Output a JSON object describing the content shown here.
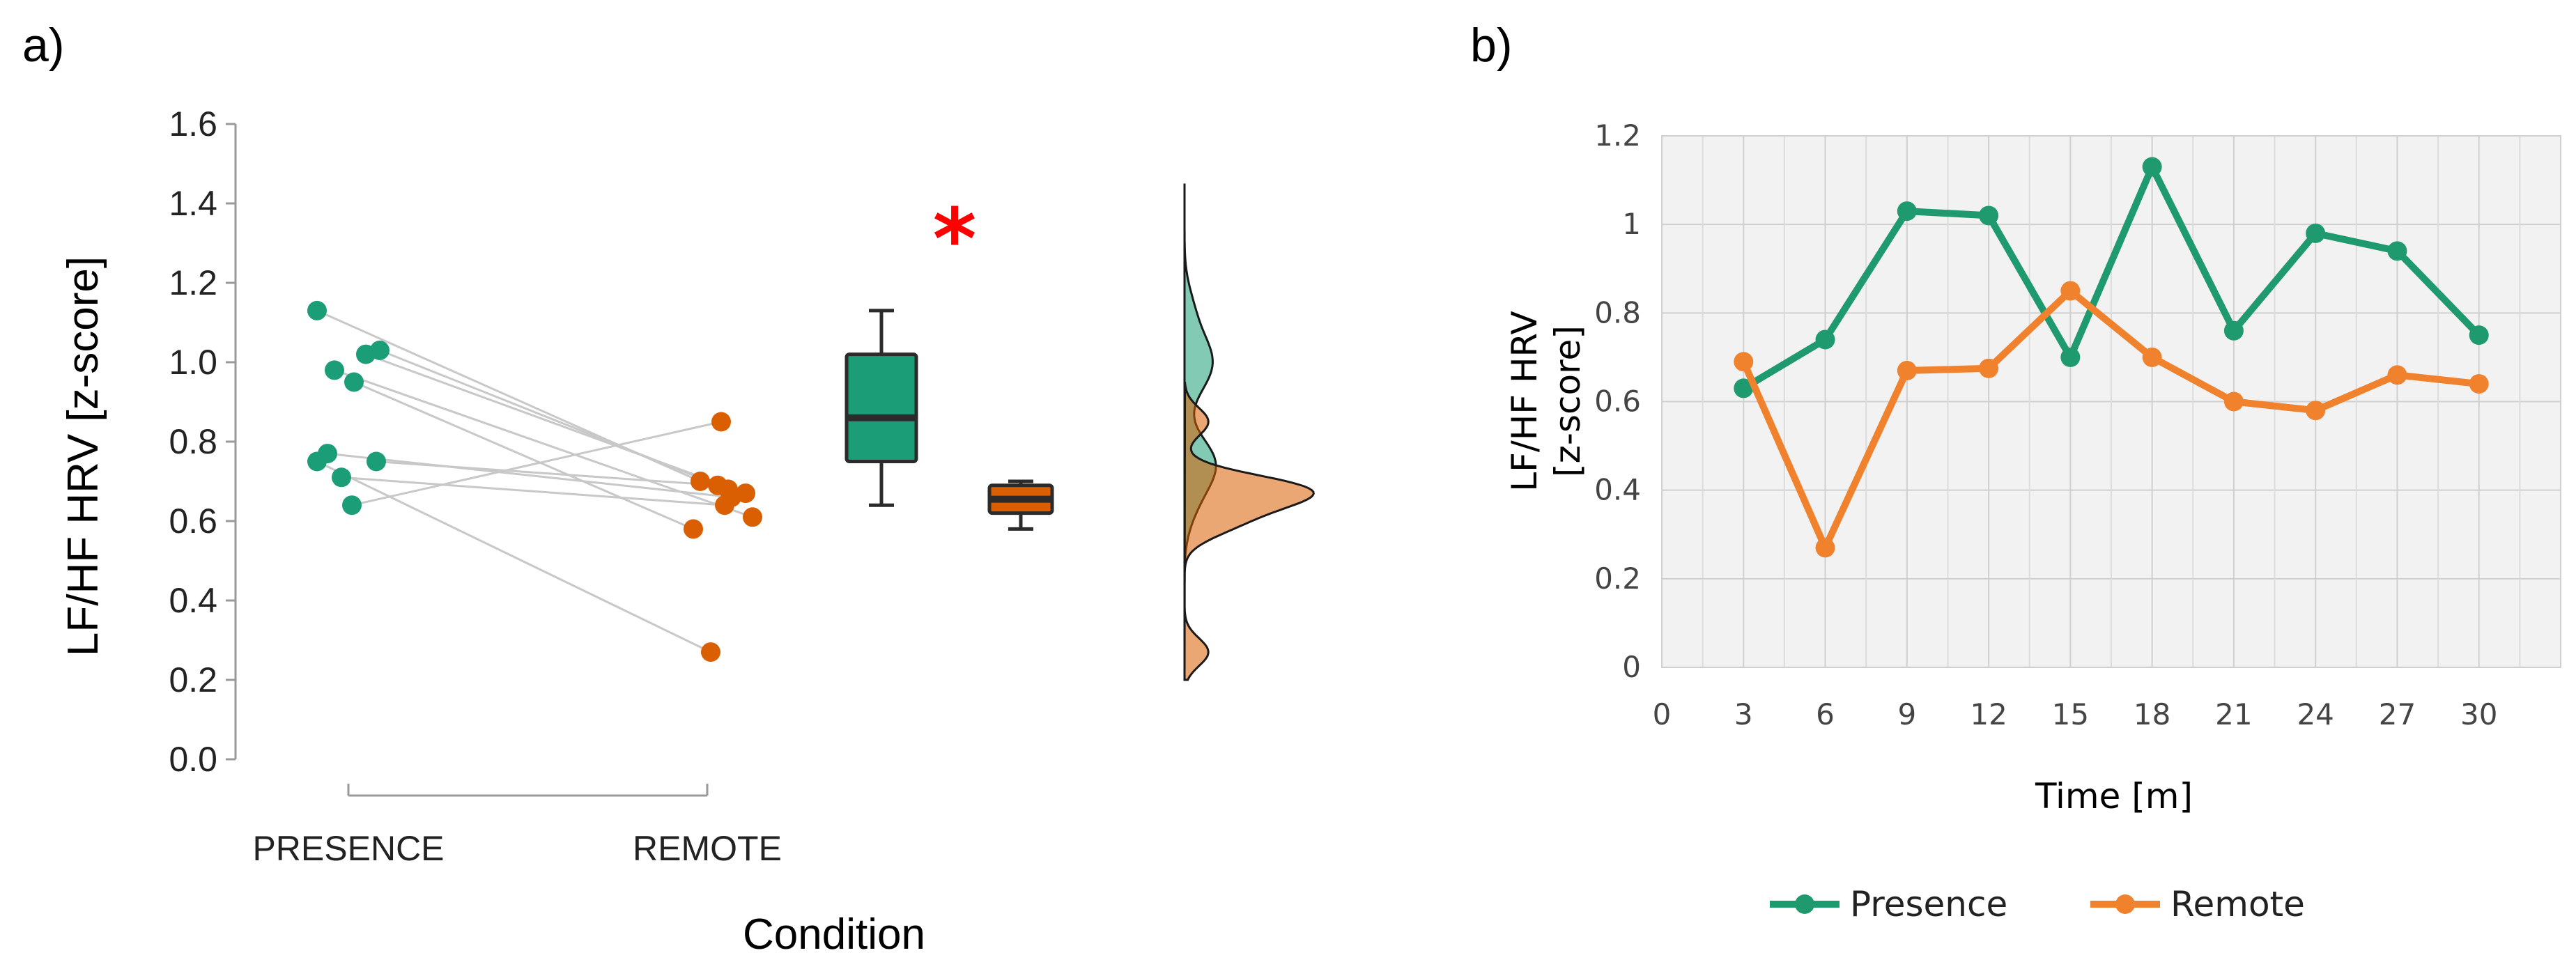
{
  "panel_labels": {
    "a": "a)",
    "b": "b)"
  },
  "colors": {
    "presence": "#1b9e77",
    "remote": "#d95f02",
    "presence_line": "#1f9a6e",
    "remote_line": "#f0822e",
    "significance": "#ff0000",
    "pair_line": "#c8c8c8"
  },
  "chart_data": [
    {
      "type": "scatter",
      "panel": "a",
      "ylabel": "LF/HF HRV [z-score]",
      "xlabel": "Condition",
      "categories": [
        "PRESENCE",
        "REMOTE"
      ],
      "yticks": [
        "0.0",
        "0.2",
        "0.4",
        "0.6",
        "0.8",
        "1.0",
        "1.2",
        "1.4",
        "1.6"
      ],
      "ylim": [
        0,
        1.6
      ],
      "significance_marker": "*",
      "pairs": [
        {
          "presence": 1.13,
          "remote": 0.7
        },
        {
          "presence": 1.03,
          "remote": 0.68
        },
        {
          "presence": 1.02,
          "remote": 0.67
        },
        {
          "presence": 0.98,
          "remote": 0.61
        },
        {
          "presence": 0.95,
          "remote": 0.58
        },
        {
          "presence": 0.77,
          "remote": 0.66
        },
        {
          "presence": 0.75,
          "remote": 0.27
        },
        {
          "presence": 0.75,
          "remote": 0.69
        },
        {
          "presence": 0.71,
          "remote": 0.64
        },
        {
          "presence": 0.64,
          "remote": 0.85
        }
      ],
      "boxplots": [
        {
          "name": "PRESENCE",
          "min": 0.64,
          "q1": 0.75,
          "median": 0.86,
          "q3": 1.02,
          "max": 1.13
        },
        {
          "name": "REMOTE",
          "min": 0.58,
          "q1": 0.62,
          "median": 0.655,
          "q3": 0.69,
          "max": 0.7
        }
      ]
    },
    {
      "type": "line",
      "panel": "b",
      "ylabel_lines": [
        "LF/HF HRV",
        "[z-score]"
      ],
      "xlabel": "Time [m]",
      "x": [
        3,
        6,
        9,
        12,
        15,
        18,
        21,
        24,
        27,
        30
      ],
      "xticks": [
        "0",
        "3",
        "6",
        "9",
        "12",
        "15",
        "18",
        "21",
        "24",
        "27",
        "30"
      ],
      "yticks": [
        "0",
        "0.2",
        "0.4",
        "0.6",
        "0.8",
        "1",
        "1.2"
      ],
      "xlim": [
        0,
        33
      ],
      "ylim": [
        0,
        1.2
      ],
      "grid": true,
      "legend_position": "bottom",
      "series": [
        {
          "name": "Presence",
          "values": [
            0.63,
            0.74,
            1.03,
            1.02,
            0.7,
            1.13,
            0.76,
            0.98,
            0.94,
            0.75
          ]
        },
        {
          "name": "Remote",
          "values": [
            0.69,
            0.27,
            0.67,
            0.675,
            0.85,
            0.7,
            0.6,
            0.58,
            0.66,
            0.64
          ]
        }
      ]
    }
  ]
}
